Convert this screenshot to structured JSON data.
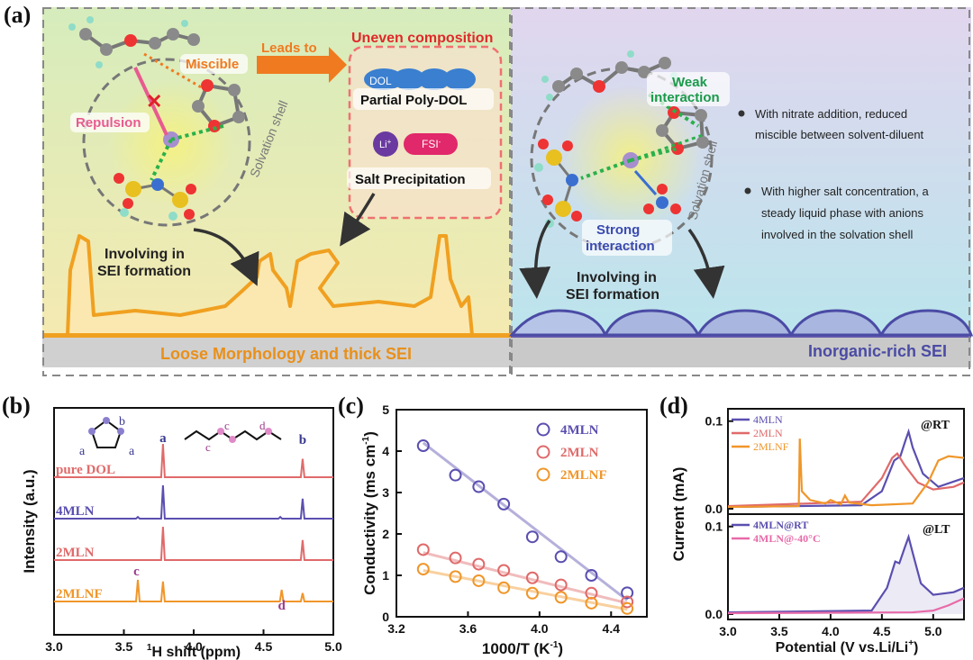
{
  "panel_labels": {
    "a": "(a)",
    "b": "(b)",
    "c": "(c)",
    "d": "(d)"
  },
  "schematic": {
    "left": {
      "repulsion": "Repulsion",
      "miscible": "Miscible",
      "leads_to": "Leads to",
      "uneven_composition": "Uneven composition",
      "dol": "DOL",
      "partial_poly_dol": "Partial Poly-DOL",
      "li": "Li",
      "li_sup": "+",
      "fsi": "FSI",
      "fsi_sup": "-",
      "salt_precipitation": "Salt Precipitation",
      "solvation_shell": "Solvation shell",
      "involving_line1": "Involving in",
      "involving_line2": "SEI formation",
      "caption": "Loose Morphology and thick SEI"
    },
    "right": {
      "weak_line1": "Weak",
      "weak_line2": "interaction",
      "strong_line1": "Strong",
      "strong_line2": "interaction",
      "solvation_shell": "Solvation shell",
      "involving_line1": "Involving in",
      "involving_line2": "SEI formation",
      "bullet1_line1": "With nitrate addition, reduced",
      "bullet1_line2": "miscible between solvent-diluent",
      "bullet2_line1": "With higher salt concentration, a",
      "bullet2_line2": "steady liquid phase with anions",
      "bullet2_line3": "involved in the solvation shell",
      "caption": "Inorganic-rich SEI"
    }
  },
  "chart_data": [
    {
      "id": "b",
      "type": "line",
      "xlabel_sup": "1",
      "xlabel": "H shift (ppm)",
      "ylabel": "Intensity (a.u.)",
      "xlim": [
        3.0,
        5.0
      ],
      "xticks": [
        "3.0",
        "3.5",
        "4.0",
        "4.5",
        "5.0"
      ],
      "series": [
        {
          "name": "pure DOL",
          "color": "#e06a6a",
          "peaks": [
            {
              "x": 3.78,
              "h": 1.0
            },
            {
              "x": 4.78,
              "h": 0.55
            }
          ]
        },
        {
          "name": "4MLN",
          "color": "#5a4fb0",
          "peaks": [
            {
              "x": 3.6,
              "h": 0.05
            },
            {
              "x": 3.78,
              "h": 1.0
            },
            {
              "x": 4.62,
              "h": 0.05
            },
            {
              "x": 4.78,
              "h": 0.6
            }
          ]
        },
        {
          "name": "2MLN",
          "color": "#e06a6a",
          "peaks": [
            {
              "x": 3.78,
              "h": 1.0
            },
            {
              "x": 4.78,
              "h": 0.6
            }
          ]
        },
        {
          "name": "2MLNF",
          "color": "#f0962a",
          "peaks": [
            {
              "x": 3.6,
              "h": 0.65
            },
            {
              "x": 3.78,
              "h": 0.6
            },
            {
              "x": 4.63,
              "h": 0.35
            },
            {
              "x": 4.78,
              "h": 0.25
            }
          ]
        }
      ],
      "peak_labels": [
        {
          "text": "a",
          "x": 3.78,
          "color": "#3a3a90"
        },
        {
          "text": "b",
          "x": 4.78,
          "color": "#3a3a90"
        },
        {
          "text": "c",
          "x": 3.59,
          "color": "#9b3c8b"
        },
        {
          "text": "d",
          "x": 4.63,
          "color": "#9b3c8b"
        }
      ],
      "structure_labels": [
        "a",
        "b",
        "a",
        "c",
        "c",
        "d"
      ]
    },
    {
      "id": "c",
      "type": "scatter",
      "xlabel": "1000/T (K",
      "xlabel_sup": "-1",
      "xlabel_end": ")",
      "ylabel": "Conductivity (ms cm",
      "ylabel_sup": "-1",
      "ylabel_end": ")",
      "xlim": [
        3.2,
        4.6
      ],
      "ylim": [
        0,
        5
      ],
      "xticks": [
        "3.2",
        "3.6",
        "4.0",
        "4.4"
      ],
      "yticks": [
        "0",
        "1",
        "2",
        "3",
        "4",
        "5"
      ],
      "series": [
        {
          "name": "4MLN",
          "color": "#5a4fb0",
          "x": [
            3.35,
            3.53,
            3.66,
            3.8,
            3.96,
            4.12,
            4.29,
            4.49
          ],
          "y": [
            4.13,
            3.42,
            3.14,
            2.72,
            1.93,
            1.45,
            1.0,
            0.58
          ],
          "fit": [
            [
              3.35,
              4.2
            ],
            [
              4.49,
              0.4
            ]
          ]
        },
        {
          "name": "2MLN",
          "color": "#e06a6a",
          "x": [
            3.35,
            3.53,
            3.66,
            3.8,
            3.96,
            4.12,
            4.29,
            4.49
          ],
          "y": [
            1.62,
            1.42,
            1.27,
            1.12,
            0.94,
            0.77,
            0.57,
            0.36
          ],
          "fit": [
            [
              3.35,
              1.55
            ],
            [
              4.49,
              0.33
            ]
          ]
        },
        {
          "name": "2MLNF",
          "color": "#f0962a",
          "x": [
            3.35,
            3.53,
            3.66,
            3.8,
            3.96,
            4.12,
            4.29,
            4.49
          ],
          "y": [
            1.15,
            0.97,
            0.87,
            0.7,
            0.57,
            0.47,
            0.33,
            0.2
          ],
          "fit": [
            [
              3.35,
              1.12
            ],
            [
              4.49,
              0.18
            ]
          ]
        }
      ]
    },
    {
      "id": "d",
      "type": "line",
      "xlabel": "Potential (V vs.Li/Li",
      "xlabel_sup": "+",
      "xlabel_end": ")",
      "ylabel": "Current (mA)",
      "xlim": [
        3.0,
        5.3
      ],
      "xticks": [
        "3.0",
        "3.5",
        "4.0",
        "4.5",
        "5.0"
      ],
      "subplots": [
        {
          "tag": "@RT",
          "ylim": [
            0,
            0.11
          ],
          "yticks": [
            "0.0",
            "0.1"
          ],
          "series": [
            {
              "name": "4MLN",
              "color": "#5a4fb0",
              "points": [
                [
                  3.0,
                  0.002
                ],
                [
                  4.3,
                  0.004
                ],
                [
                  4.5,
                  0.02
                ],
                [
                  4.62,
                  0.055
                ],
                [
                  4.68,
                  0.06
                ],
                [
                  4.73,
                  0.078
                ],
                [
                  4.76,
                  0.088
                ],
                [
                  4.8,
                  0.07
                ],
                [
                  4.9,
                  0.04
                ],
                [
                  5.05,
                  0.025
                ],
                [
                  5.3,
                  0.035
                ]
              ]
            },
            {
              "name": "2MLN",
              "color": "#e06a6a",
              "points": [
                [
                  3.0,
                  0.003
                ],
                [
                  4.3,
                  0.008
                ],
                [
                  4.5,
                  0.035
                ],
                [
                  4.6,
                  0.058
                ],
                [
                  4.65,
                  0.063
                ],
                [
                  4.72,
                  0.05
                ],
                [
                  4.85,
                  0.03
                ],
                [
                  5.0,
                  0.022
                ],
                [
                  5.2,
                  0.025
                ],
                [
                  5.3,
                  0.03
                ]
              ]
            },
            {
              "name": "2MLNF",
              "color": "#f0962a",
              "points": [
                [
                  3.0,
                  0.002
                ],
                [
                  3.69,
                  0.003
                ],
                [
                  3.7,
                  0.08
                ],
                [
                  3.72,
                  0.02
                ],
                [
                  3.8,
                  0.01
                ],
                [
                  3.95,
                  0.006
                ],
                [
                  4.0,
                  0.01
                ],
                [
                  4.1,
                  0.005
                ],
                [
                  4.14,
                  0.015
                ],
                [
                  4.18,
                  0.007
                ],
                [
                  4.4,
                  0.004
                ],
                [
                  4.8,
                  0.006
                ],
                [
                  4.95,
                  0.03
                ],
                [
                  5.05,
                  0.055
                ],
                [
                  5.15,
                  0.06
                ],
                [
                  5.3,
                  0.058
                ]
              ]
            }
          ]
        },
        {
          "tag": "@LT",
          "ylim": [
            0,
            0.11
          ],
          "yticks": [
            "0.0",
            "0.1"
          ],
          "series": [
            {
              "name": "4MLN@RT",
              "color": "#5a4fb0",
              "points": [
                [
                  3.0,
                  0.002
                ],
                [
                  4.4,
                  0.004
                ],
                [
                  4.55,
                  0.03
                ],
                [
                  4.63,
                  0.06
                ],
                [
                  4.67,
                  0.058
                ],
                [
                  4.72,
                  0.075
                ],
                [
                  4.76,
                  0.088
                ],
                [
                  4.8,
                  0.07
                ],
                [
                  4.88,
                  0.035
                ],
                [
                  5.0,
                  0.022
                ],
                [
                  5.2,
                  0.025
                ],
                [
                  5.3,
                  0.03
                ]
              ]
            },
            {
              "name": "4MLN@-40°C",
              "color": "#e86aa8",
              "points": [
                [
                  3.0,
                  0.001
                ],
                [
                  4.8,
                  0.002
                ],
                [
                  5.0,
                  0.004
                ],
                [
                  5.15,
                  0.01
                ],
                [
                  5.3,
                  0.018
                ]
              ]
            }
          ]
        }
      ]
    }
  ]
}
